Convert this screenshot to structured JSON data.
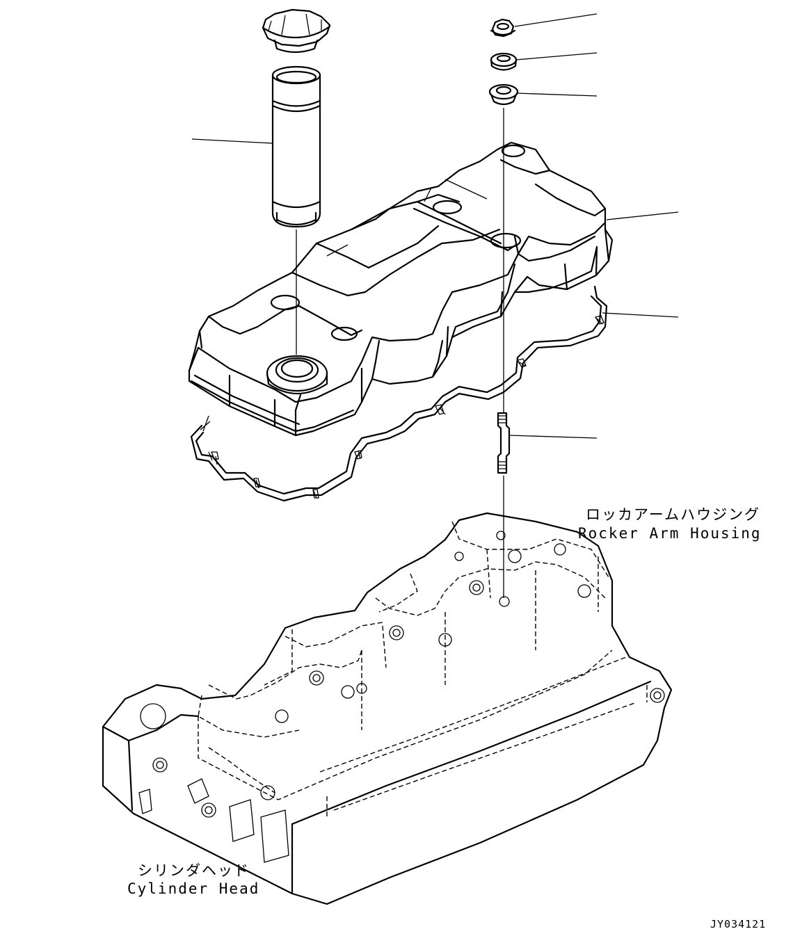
{
  "labels": {
    "rocker_arm_housing_jp": "ロッカアームハウジング",
    "rocker_arm_housing_en": "Rocker Arm Housing",
    "cylinder_head_jp": "シリンダヘッド",
    "cylinder_head_en": "Cylinder Head"
  },
  "drawing_code": "JY034121",
  "parts": [
    {
      "name": "oil-filler-cap"
    },
    {
      "name": "oil-filler-tube"
    },
    {
      "name": "flange-nut"
    },
    {
      "name": "washer"
    },
    {
      "name": "isolator-grommet"
    },
    {
      "name": "rocker-cover"
    },
    {
      "name": "rocker-cover-gasket"
    },
    {
      "name": "stud-bolt"
    }
  ]
}
